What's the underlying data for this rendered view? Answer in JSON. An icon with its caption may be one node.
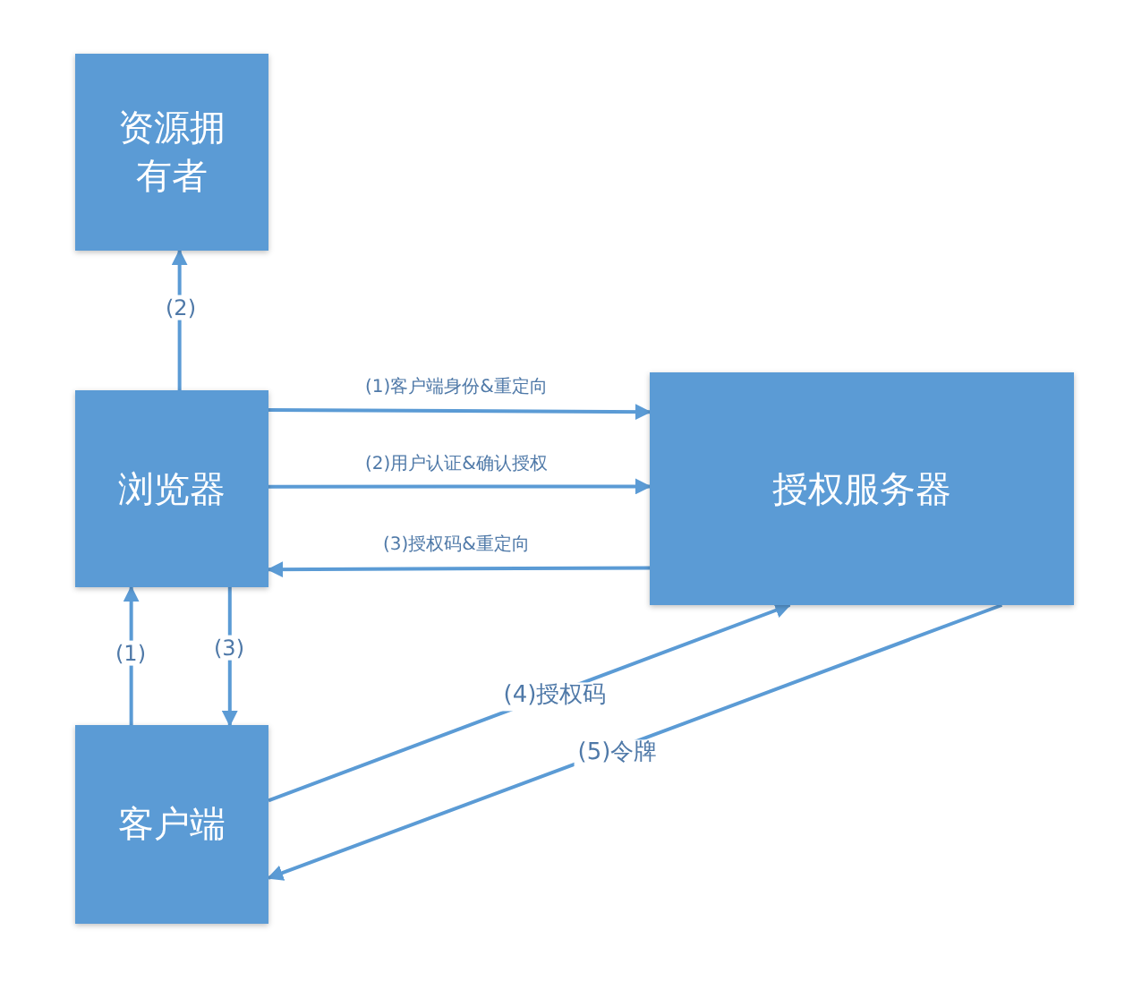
{
  "diagram": {
    "nodes": [
      {
        "text": [
          "资源拥有者"
        ]
      },
      {
        "text": [
          "浏览器"
        ]
      },
      {
        "text": [
          "授权服务器"
        ]
      },
      {
        "text": [
          "客户端"
        ]
      }
    ],
    "edges": [
      {
        "from": 1,
        "to": 0,
        "arrow": "to",
        "label": "(2)"
      },
      {
        "from": 1,
        "to": 2,
        "arrow": "to",
        "label": "(1)客户端身份&重定向"
      },
      {
        "from": 1,
        "to": 2,
        "arrow": "to",
        "label": "(2)用户认证&确认授权"
      },
      {
        "from": 2,
        "to": 1,
        "arrow": "to",
        "label": "(3)授权码&重定向"
      },
      {
        "from": 3,
        "to": 1,
        "arrow": "to",
        "label": "(1)"
      },
      {
        "from": 1,
        "to": 3,
        "arrow": "to",
        "label": "(3)"
      },
      {
        "from": 3,
        "to": 2,
        "arrow": "to",
        "label": "(4)授权码"
      },
      {
        "from": 2,
        "to": 3,
        "arrow": "to",
        "label": "(5)令牌"
      }
    ]
  }
}
